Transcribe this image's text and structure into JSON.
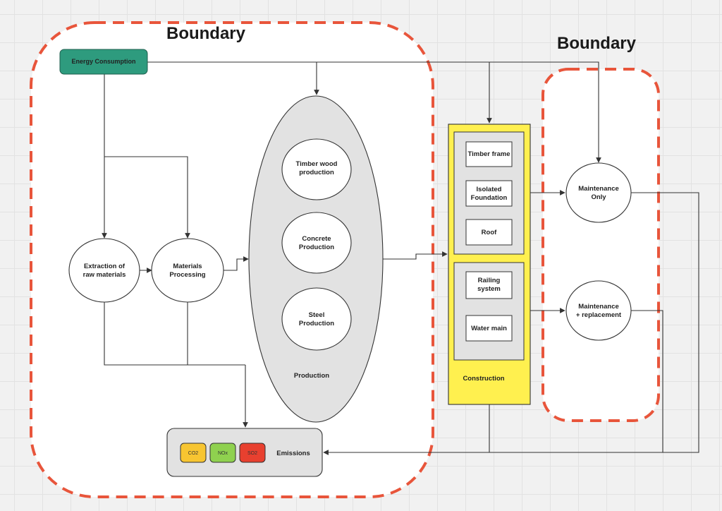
{
  "boundary_left_label": "Boundary",
  "boundary_right_label": "Boundary",
  "energy_consumption": "Energy Consumption",
  "extraction": [
    "Extraction of",
    "raw materials"
  ],
  "materials_processing": [
    "Materials",
    "Processing"
  ],
  "production": {
    "label": "Production",
    "timber": [
      "Timber wood",
      "production"
    ],
    "concrete": [
      "Concrete",
      "Production"
    ],
    "steel": [
      "Steel",
      "Production"
    ]
  },
  "construction": {
    "label": "Construction",
    "timber_frame": "Timber frame",
    "isolated_foundation": [
      "Isolated",
      "Foundation"
    ],
    "roof": "Roof",
    "railing_system": [
      "Railing",
      "system"
    ],
    "water_main": "Water main"
  },
  "maintenance_only": [
    "Maintenance",
    "Only"
  ],
  "maintenance_replacement": [
    "Maintenance",
    "+ replacement"
  ],
  "emissions": {
    "label": "Emissions",
    "co2": "CO2",
    "nox": "NOx",
    "so2": "SO2"
  },
  "colors": {
    "boundary": "#e8553b",
    "energy": "#2e9b7e",
    "construction": "#fff04f",
    "co2": "#f7c531",
    "nox": "#8fd14f",
    "so2": "#e8402f"
  }
}
